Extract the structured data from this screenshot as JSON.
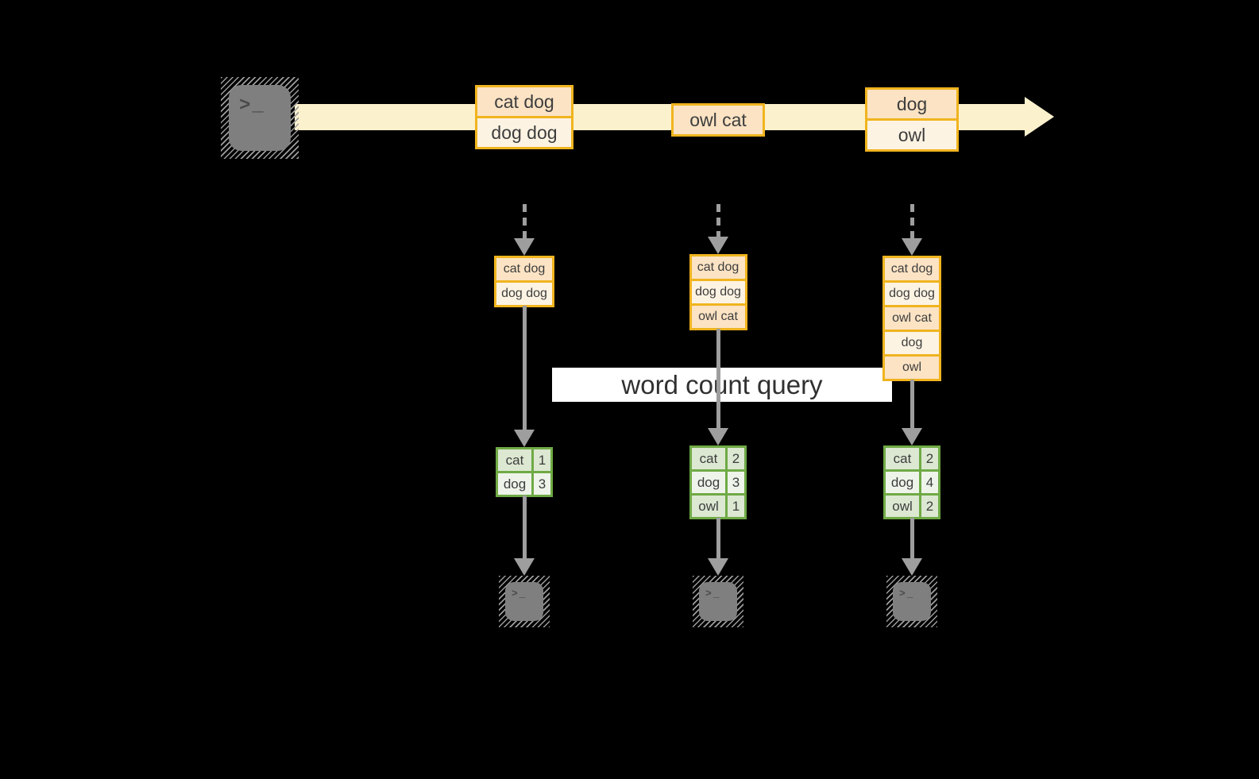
{
  "banner": {
    "label": "word count query"
  },
  "icons": {
    "terminal_glyph": ">_"
  },
  "stream": {
    "batches": [
      {
        "messages": [
          "cat dog",
          "dog dog"
        ]
      },
      {
        "messages": [
          "owl cat"
        ]
      },
      {
        "messages": [
          "dog",
          "owl"
        ]
      }
    ]
  },
  "partitions": [
    {
      "accumulated_messages": [
        "cat dog",
        "dog dog"
      ],
      "word_counts": [
        {
          "word": "cat",
          "count": 1
        },
        {
          "word": "dog",
          "count": 3
        }
      ]
    },
    {
      "accumulated_messages": [
        "cat dog",
        "dog dog",
        "owl cat"
      ],
      "word_counts": [
        {
          "word": "cat",
          "count": 2
        },
        {
          "word": "dog",
          "count": 3
        },
        {
          "word": "owl",
          "count": 1
        }
      ]
    },
    {
      "accumulated_messages": [
        "cat dog",
        "dog dog",
        "owl cat",
        "dog",
        "owl"
      ],
      "word_counts": [
        {
          "word": "cat",
          "count": 2
        },
        {
          "word": "dog",
          "count": 4
        },
        {
          "word": "owl",
          "count": 2
        }
      ]
    }
  ],
  "colors": {
    "background": "#000000",
    "stream_band": "#fcf1cd",
    "gold_border": "#f0b41e",
    "peach_fill": "#fbe3c4",
    "cream_fill": "#fdf3e3",
    "green_border": "#6faa45",
    "green_cell_dark": "#dce8d2",
    "green_cell_light": "#eef4ea",
    "arrow_gray": "#9e9e9e",
    "terminal_gray": "#7f7f7f",
    "text": "#3d3d3d",
    "banner_bg": "#ffffff"
  }
}
